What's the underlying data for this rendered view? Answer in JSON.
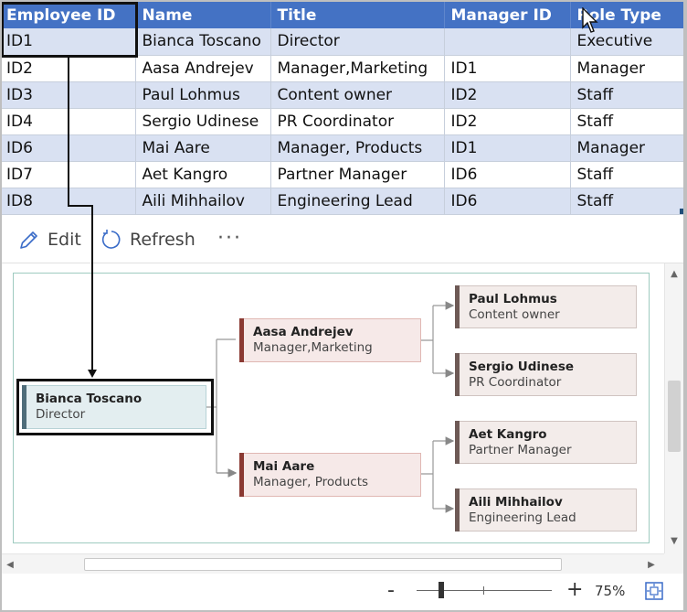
{
  "table": {
    "headers": [
      "Employee ID",
      "Name",
      "Title",
      "Manager ID",
      "Role Type"
    ],
    "rows": [
      [
        "ID1",
        "Bianca Toscano",
        "Director",
        "",
        "Executive"
      ],
      [
        "ID2",
        "Aasa Andrejev",
        "Manager,Marketing",
        "ID1",
        "Manager"
      ],
      [
        "ID3",
        "Paul Lohmus",
        "Content owner",
        "ID2",
        "Staff"
      ],
      [
        "ID4",
        "Sergio Udinese",
        "PR Coordinator",
        "ID2",
        "Staff"
      ],
      [
        "ID6",
        "Mai Aare",
        "Manager, Products",
        "ID1",
        "Manager"
      ],
      [
        "ID7",
        "Aet Kangro",
        "Partner Manager",
        "ID6",
        "Staff"
      ],
      [
        "ID8",
        "Aili Mihhailov",
        "Engineering Lead",
        "ID6",
        "Staff"
      ]
    ]
  },
  "toolbar": {
    "edit_label": "Edit",
    "refresh_label": "Refresh",
    "more_label": "···"
  },
  "chart": {
    "root": {
      "name": "Bianca Toscano",
      "title": "Director"
    },
    "managers": [
      {
        "name": "Aasa Andrejev",
        "title": "Manager,Marketing"
      },
      {
        "name": "Mai Aare",
        "title": "Manager, Products"
      }
    ],
    "staff": [
      {
        "name": "Paul Lohmus",
        "title": "Content owner"
      },
      {
        "name": "Sergio Udinese",
        "title": "PR Coordinator"
      },
      {
        "name": "Aet Kangro",
        "title": "Partner Manager"
      },
      {
        "name": "Aili Mihhailov",
        "title": "Engineering Lead"
      }
    ]
  },
  "status": {
    "zoom_minus": "-",
    "zoom_plus": "+",
    "zoom_level": "75%"
  },
  "icons": {
    "edit": "pencil-icon",
    "refresh": "refresh-icon",
    "fit": "fit-to-window-icon",
    "cursor": "pointer-cursor-icon"
  },
  "colors": {
    "header_bg": "#4472c4",
    "band_bg": "#d9e1f2",
    "manager_accent": "#8b3a33",
    "root_bg": "#e3eef0"
  }
}
